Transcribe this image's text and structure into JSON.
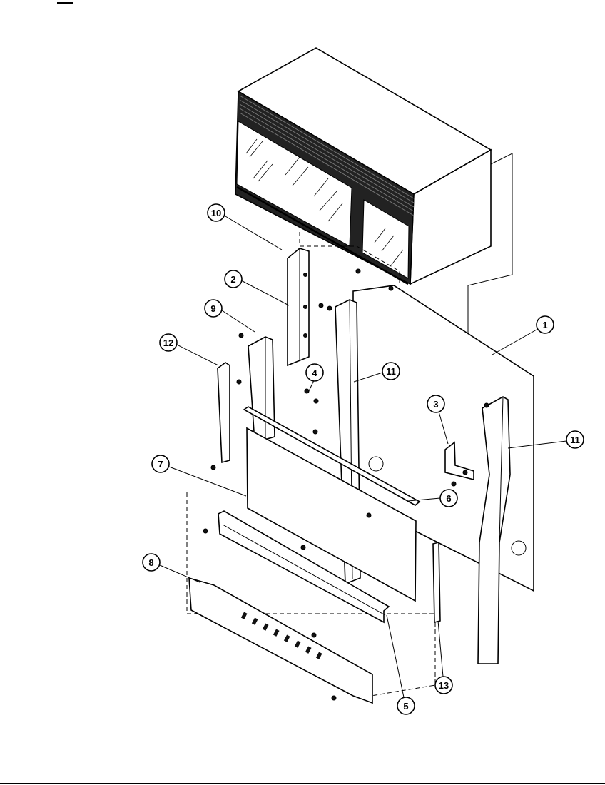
{
  "diagram": {
    "type": "exploded-parts-view",
    "callouts": [
      "1",
      "2",
      "3",
      "4",
      "5",
      "6",
      "7",
      "8",
      "9",
      "10",
      "11",
      "11",
      "12",
      "13"
    ]
  }
}
